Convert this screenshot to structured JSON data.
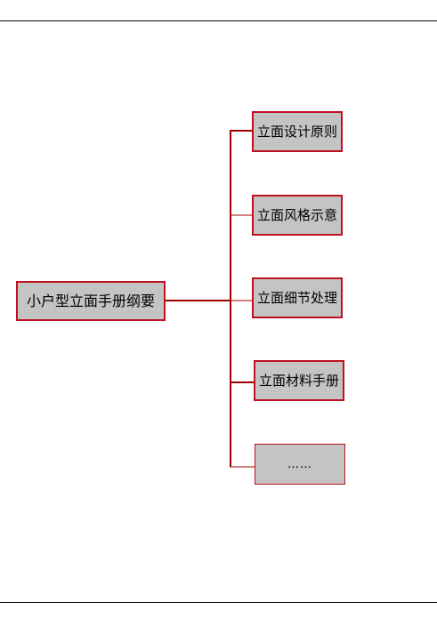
{
  "diagram": {
    "root": {
      "label": "小户型立面手册纲要"
    },
    "children": [
      {
        "label": "立面设计原则"
      },
      {
        "label": "立面风格示意"
      },
      {
        "label": "立面细节处理"
      },
      {
        "label": "立面材料手册"
      },
      {
        "label": "……"
      }
    ],
    "colors": {
      "border": "#c0111f",
      "fill": "#c4c4c4",
      "connector": "#a00000",
      "rule": "#000000"
    }
  }
}
